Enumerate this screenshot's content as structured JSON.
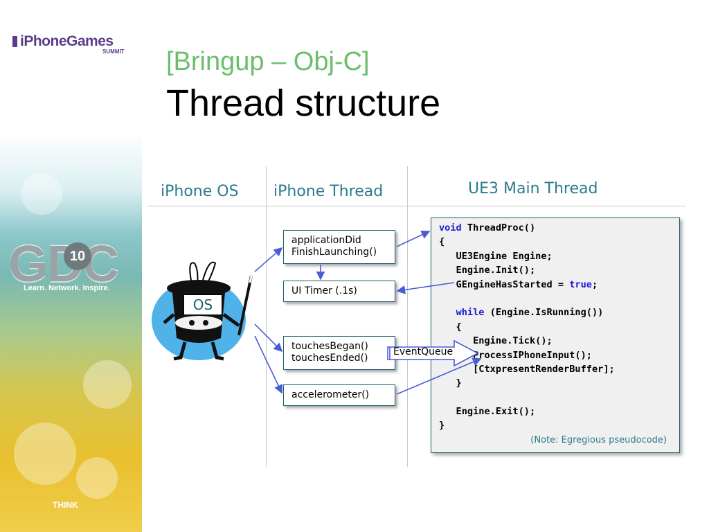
{
  "brand": {
    "name": "iPhoneGames",
    "sub": "SUMMIT"
  },
  "event_logo": {
    "letters": "GDC",
    "year": "10",
    "tagline": "Learn. Network. Inspire.",
    "sponsor": "THINK"
  },
  "slide": {
    "subtitle": "[Bringup – Obj-C]",
    "title": "Thread structure"
  },
  "columns": {
    "os": "iPhone OS",
    "iphone_thread": "iPhone Thread",
    "ue3": "UE3 Main Thread"
  },
  "os_badge": "OS",
  "boxes": {
    "app_launch": [
      "applicationDid",
      "FinishLaunching()"
    ],
    "ui_timer": [
      "UI Timer (.1s)"
    ],
    "touches": [
      "touchesBegan()",
      "touchesEnded()"
    ],
    "accel": [
      "accelerometer()"
    ]
  },
  "event_queue": "EventQueue",
  "code": {
    "lines": [
      "void ThreadProc()",
      "{",
      "   UE3Engine Engine;",
      "   Engine.Init();",
      "   GEngineHasStarted = true;",
      "",
      "   while (Engine.IsRunning())",
      "   {",
      "      Engine.Tick();",
      "      ProcessIPhoneInput();",
      "      [CtxpresentRenderBuffer];",
      "   }",
      "",
      "   Engine.Exit();",
      "}"
    ],
    "keywords": [
      "void",
      "true",
      "while"
    ],
    "note": "(Note: Egregious pseudocode)"
  },
  "colors": {
    "subtitle": "#6bbf6a",
    "header": "#2a7b8c",
    "keyword": "#1a1ad6",
    "arrow": "#4a5bd6",
    "brand": "#5b3b8c",
    "hat_bg": "#4fb2e8"
  }
}
